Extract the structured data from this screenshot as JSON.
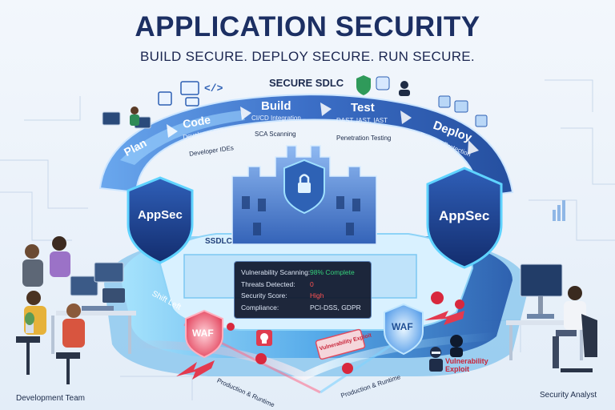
{
  "header": {
    "title": "APPLICATION SECURITY",
    "subtitle": "BUILD SECURE. DEPLOY SECURE. RUN SECURE."
  },
  "sdlc": {
    "label": "SECURE SDLC",
    "stages": [
      {
        "name": "Plan",
        "detail": ""
      },
      {
        "name": "Code",
        "detail": "Developer IDEs"
      },
      {
        "name": "Build",
        "detail": "CI/CD Integration"
      },
      {
        "name": "Test",
        "detail": "DAST, IAST, IAST"
      },
      {
        "name": "Deploy",
        "detail": "Runtime Protection"
      }
    ],
    "sub_labels": {
      "developer_ides": "Developer IDEs",
      "sca": "SCA Scanning",
      "pentest": "Penetration Testing"
    }
  },
  "shields": {
    "left": "AppSec",
    "right": "AppSec"
  },
  "fortress_label": "SSDLC",
  "status_panel": {
    "rows": [
      {
        "key": "Vulnerability Scanning:",
        "value": "98% Complete",
        "color": "#35d07a"
      },
      {
        "key": "Threats Detected:",
        "value": "0",
        "color": "#ff5252"
      },
      {
        "key": "Security Score:",
        "value": "High",
        "color": "#ff5252"
      },
      {
        "key": "Compliance:",
        "value": "PCI-DSS, GDPR",
        "color": "#e6ecf7"
      }
    ]
  },
  "waf": {
    "left": "WAF",
    "right": "WAF"
  },
  "labels": {
    "shift_left": "Shift Left",
    "production_left": "Production & Runtime",
    "production_right": "Production & Runtime",
    "vuln_exploit_tag": "Vulnerability Exploit",
    "vuln_exploit": "Vulnerability Exploit",
    "development_team": "Development Team",
    "security_analyst": "Security Analyst"
  },
  "colors": {
    "title": "#1c2f63",
    "pipeline": "#3f74c9",
    "pipeline_light": "#7fc1f0",
    "shield": "#1d3d8c",
    "shield_border": "#5fd3ff",
    "waf": "#e23d57",
    "threat": "#d8283d",
    "fortress": "#4b82d6",
    "platform": "#2ad0c8"
  }
}
